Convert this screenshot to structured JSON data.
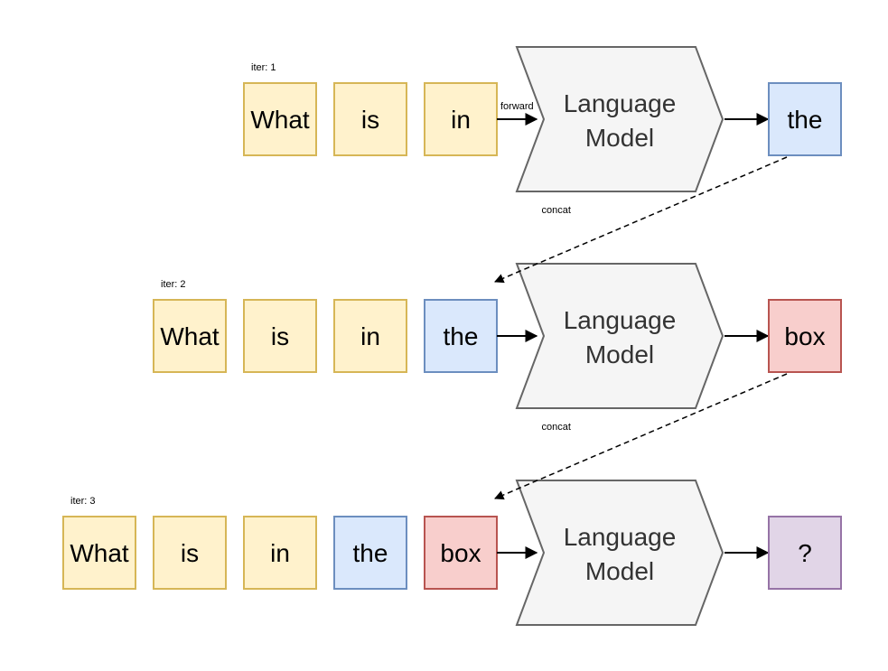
{
  "colors": {
    "prompt_fill": "#fff2cc",
    "prompt_stroke": "#d6b656",
    "the_fill": "#dae8fc",
    "the_stroke": "#6c8ebf",
    "box_fill": "#f8cecc",
    "box_stroke": "#b85450",
    "unknown_fill": "#e1d5e7",
    "unknown_stroke": "#9673a6",
    "model_fill": "#f5f5f5",
    "model_stroke": "#666666",
    "model_text": "#333333"
  },
  "rows": [
    {
      "iter_label": "iter: 1",
      "tokens": [
        {
          "text": "What",
          "kind": "prompt"
        },
        {
          "text": "is",
          "kind": "prompt"
        },
        {
          "text": "in",
          "kind": "prompt"
        }
      ],
      "arrow_label": "forward",
      "model_line1": "Language",
      "model_line2": "Model",
      "output": {
        "text": "the",
        "kind": "the"
      }
    },
    {
      "iter_label": "iter: 2",
      "tokens": [
        {
          "text": "What",
          "kind": "prompt"
        },
        {
          "text": "is",
          "kind": "prompt"
        },
        {
          "text": "in",
          "kind": "prompt"
        },
        {
          "text": "the",
          "kind": "the"
        }
      ],
      "arrow_label": "",
      "model_line1": "Language",
      "model_line2": "Model",
      "output": {
        "text": "box",
        "kind": "box"
      }
    },
    {
      "iter_label": "iter: 3",
      "tokens": [
        {
          "text": "What",
          "kind": "prompt"
        },
        {
          "text": "is",
          "kind": "prompt"
        },
        {
          "text": "in",
          "kind": "prompt"
        },
        {
          "text": "the",
          "kind": "the"
        },
        {
          "text": "box",
          "kind": "box"
        }
      ],
      "arrow_label": "",
      "model_line1": "Language",
      "model_line2": "Model",
      "output": {
        "text": "?",
        "kind": "unknown"
      }
    }
  ],
  "concat_links": [
    {
      "label": "concat"
    },
    {
      "label": "concat"
    }
  ]
}
